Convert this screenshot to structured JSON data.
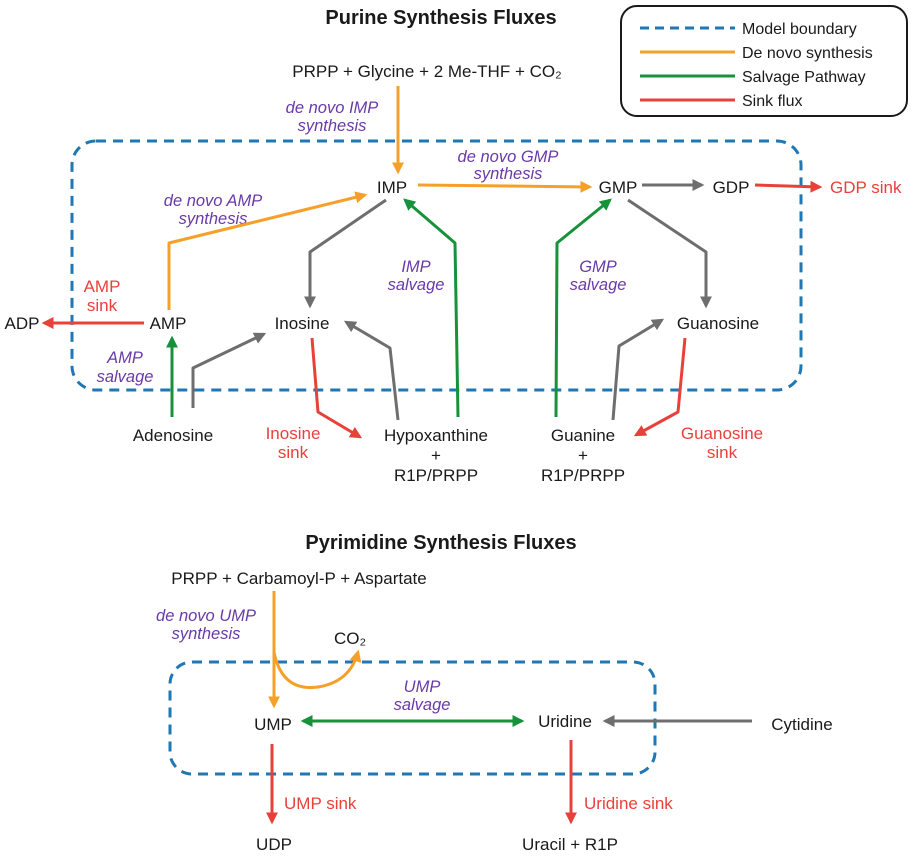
{
  "purine": {
    "title": "Purine Synthesis Fluxes",
    "nodes": {
      "prpp_glycine": "PRPP + Glycine  + 2 Me-THF + CO₂",
      "imp": "IMP",
      "gmp": "GMP",
      "gdp": "GDP",
      "amp": "AMP",
      "adp": "ADP",
      "inosine": "Inosine",
      "guanosine": "Guanosine",
      "adenosine": "Adenosine",
      "hypoxanthine": "Hypoxanthine",
      "plus1": "+",
      "r1p_prpp1": "R1P/PRPP",
      "guanine": "Guanine",
      "plus2": "+",
      "r1p_prpp2": "R1P/PRPP"
    },
    "labels": {
      "denovo_imp_1": "de novo IMP",
      "denovo_imp_2": "synthesis",
      "denovo_gmp_1": "de novo GMP",
      "denovo_gmp_2": "synthesis",
      "denovo_amp_1": "de novo AMP",
      "denovo_amp_2": "synthesis",
      "imp_salvage_1": "IMP",
      "imp_salvage_2": "salvage",
      "gmp_salvage_1": "GMP",
      "gmp_salvage_2": "salvage",
      "amp_salvage_1": "AMP",
      "amp_salvage_2": "salvage"
    },
    "sinks": {
      "gdp_sink": "GDP sink",
      "amp_sink_1": "AMP",
      "amp_sink_2": "sink",
      "inosine_sink_1": "Inosine",
      "inosine_sink_2": "sink",
      "guanosine_sink_1": "Guanosine",
      "guanosine_sink_2": "sink"
    }
  },
  "pyrimidine": {
    "title": "Pyrimidine Synthesis Fluxes",
    "nodes": {
      "prpp_carb": "PRPP + Carbamoyl-P + Aspartate",
      "co2": "CO₂",
      "ump": "UMP",
      "uridine": "Uridine",
      "cytidine": "Cytidine",
      "udp": "UDP",
      "uracil": "Uracil + R1P"
    },
    "labels": {
      "denovo_ump_1": "de novo UMP",
      "denovo_ump_2": "synthesis",
      "ump_salvage_1": "UMP",
      "ump_salvage_2": "salvage"
    },
    "sinks": {
      "ump_sink": "UMP sink",
      "uridine_sink": "Uridine sink"
    }
  },
  "legend": {
    "items": [
      {
        "label": "Model boundary",
        "color": "#1f77b4",
        "style": "dashed"
      },
      {
        "label": "De novo synthesis",
        "color": "#f5a02a",
        "style": "solid"
      },
      {
        "label": "Salvage Pathway",
        "color": "#17923a",
        "style": "solid"
      },
      {
        "label": "Sink flux",
        "color": "#e8413a",
        "style": "solid"
      }
    ]
  }
}
